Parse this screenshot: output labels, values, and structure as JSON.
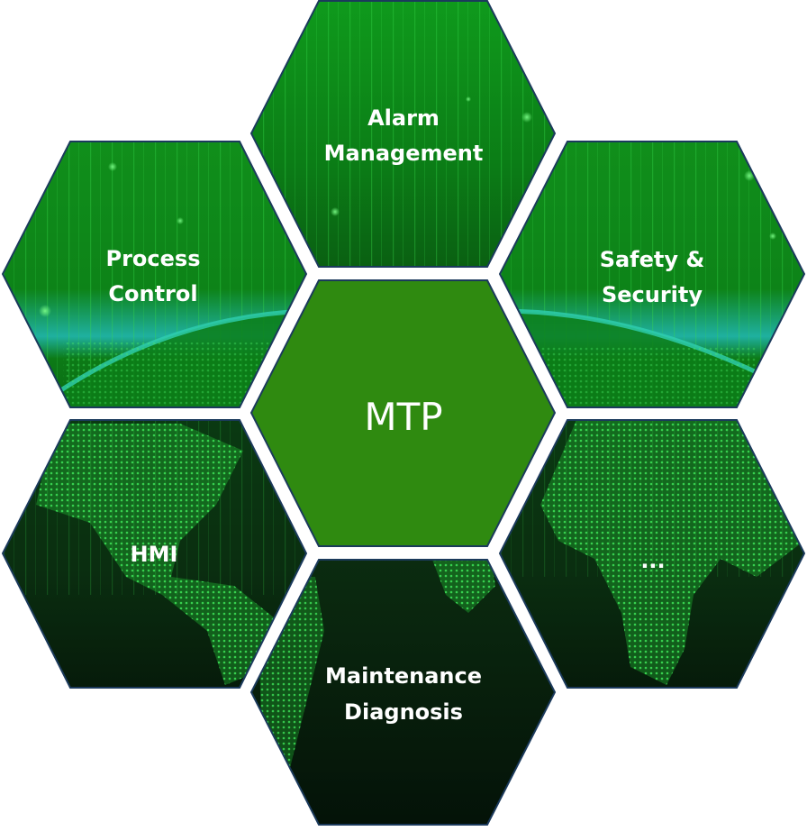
{
  "diagram": {
    "center": {
      "label": "MTP"
    },
    "segments": [
      {
        "id": "top",
        "lines": [
          "Alarm",
          "Management"
        ]
      },
      {
        "id": "upper-left",
        "lines": [
          "Process",
          "Control"
        ]
      },
      {
        "id": "upper-right",
        "lines": [
          "Safety &",
          "Security"
        ]
      },
      {
        "id": "lower-left",
        "lines": [
          "HMI"
        ]
      },
      {
        "id": "lower-right",
        "lines": [
          "..."
        ]
      },
      {
        "id": "bottom",
        "lines": [
          "Maintenance",
          "Diagnosis"
        ]
      }
    ]
  },
  "colors": {
    "center_fill": "#2f8a10",
    "hex_stroke": "#1b3a5c",
    "bright_green": "#17b32a",
    "dark_green": "#082a10",
    "land_green": "#3bdc5a"
  }
}
